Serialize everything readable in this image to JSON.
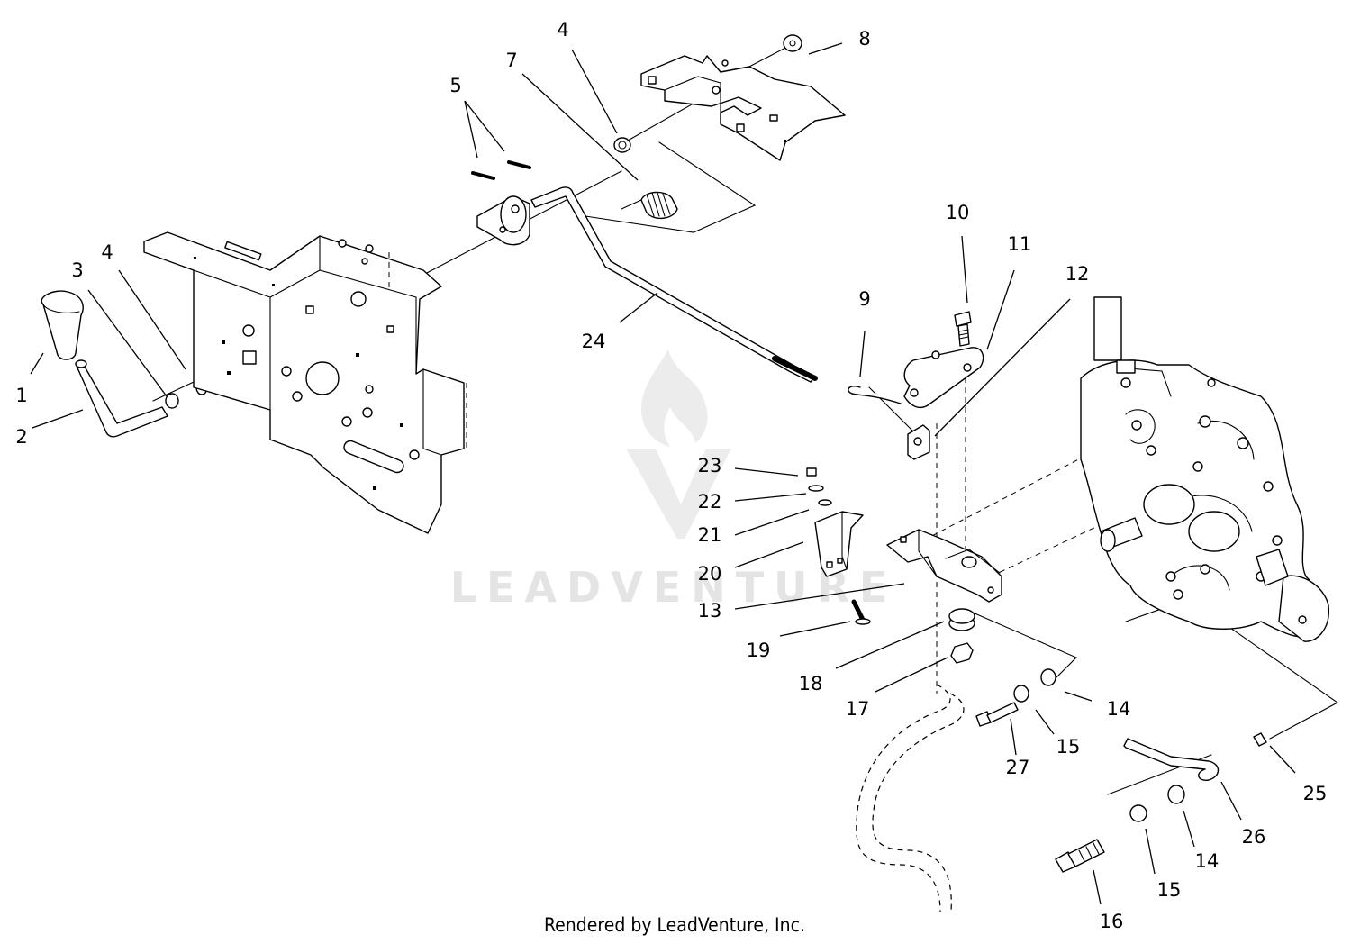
{
  "footer": {
    "text": "Rendered by LeadVenture, Inc."
  },
  "watermark": {
    "text": "LEADVENTURE"
  },
  "colors": {
    "line": "#000000",
    "background": "#ffffff",
    "watermark": "#e4e4e4"
  },
  "callouts": [
    {
      "id": "c1",
      "label": "1"
    },
    {
      "id": "c2",
      "label": "2"
    },
    {
      "id": "c3",
      "label": "3"
    },
    {
      "id": "c4a",
      "label": "4"
    },
    {
      "id": "c4b",
      "label": "4"
    },
    {
      "id": "c5",
      "label": "5"
    },
    {
      "id": "c7",
      "label": "7"
    },
    {
      "id": "c8",
      "label": "8"
    },
    {
      "id": "c9",
      "label": "9"
    },
    {
      "id": "c10",
      "label": "10"
    },
    {
      "id": "c11",
      "label": "11"
    },
    {
      "id": "c12",
      "label": "12"
    },
    {
      "id": "c13",
      "label": "13"
    },
    {
      "id": "c14a",
      "label": "14"
    },
    {
      "id": "c14b",
      "label": "14"
    },
    {
      "id": "c15a",
      "label": "15"
    },
    {
      "id": "c15b",
      "label": "15"
    },
    {
      "id": "c16",
      "label": "16"
    },
    {
      "id": "c17",
      "label": "17"
    },
    {
      "id": "c18",
      "label": "18"
    },
    {
      "id": "c19",
      "label": "19"
    },
    {
      "id": "c20",
      "label": "20"
    },
    {
      "id": "c21",
      "label": "21"
    },
    {
      "id": "c22",
      "label": "22"
    },
    {
      "id": "c23",
      "label": "23"
    },
    {
      "id": "c24",
      "label": "24"
    },
    {
      "id": "c25",
      "label": "25"
    },
    {
      "id": "c26",
      "label": "26"
    },
    {
      "id": "c27",
      "label": "27"
    }
  ]
}
